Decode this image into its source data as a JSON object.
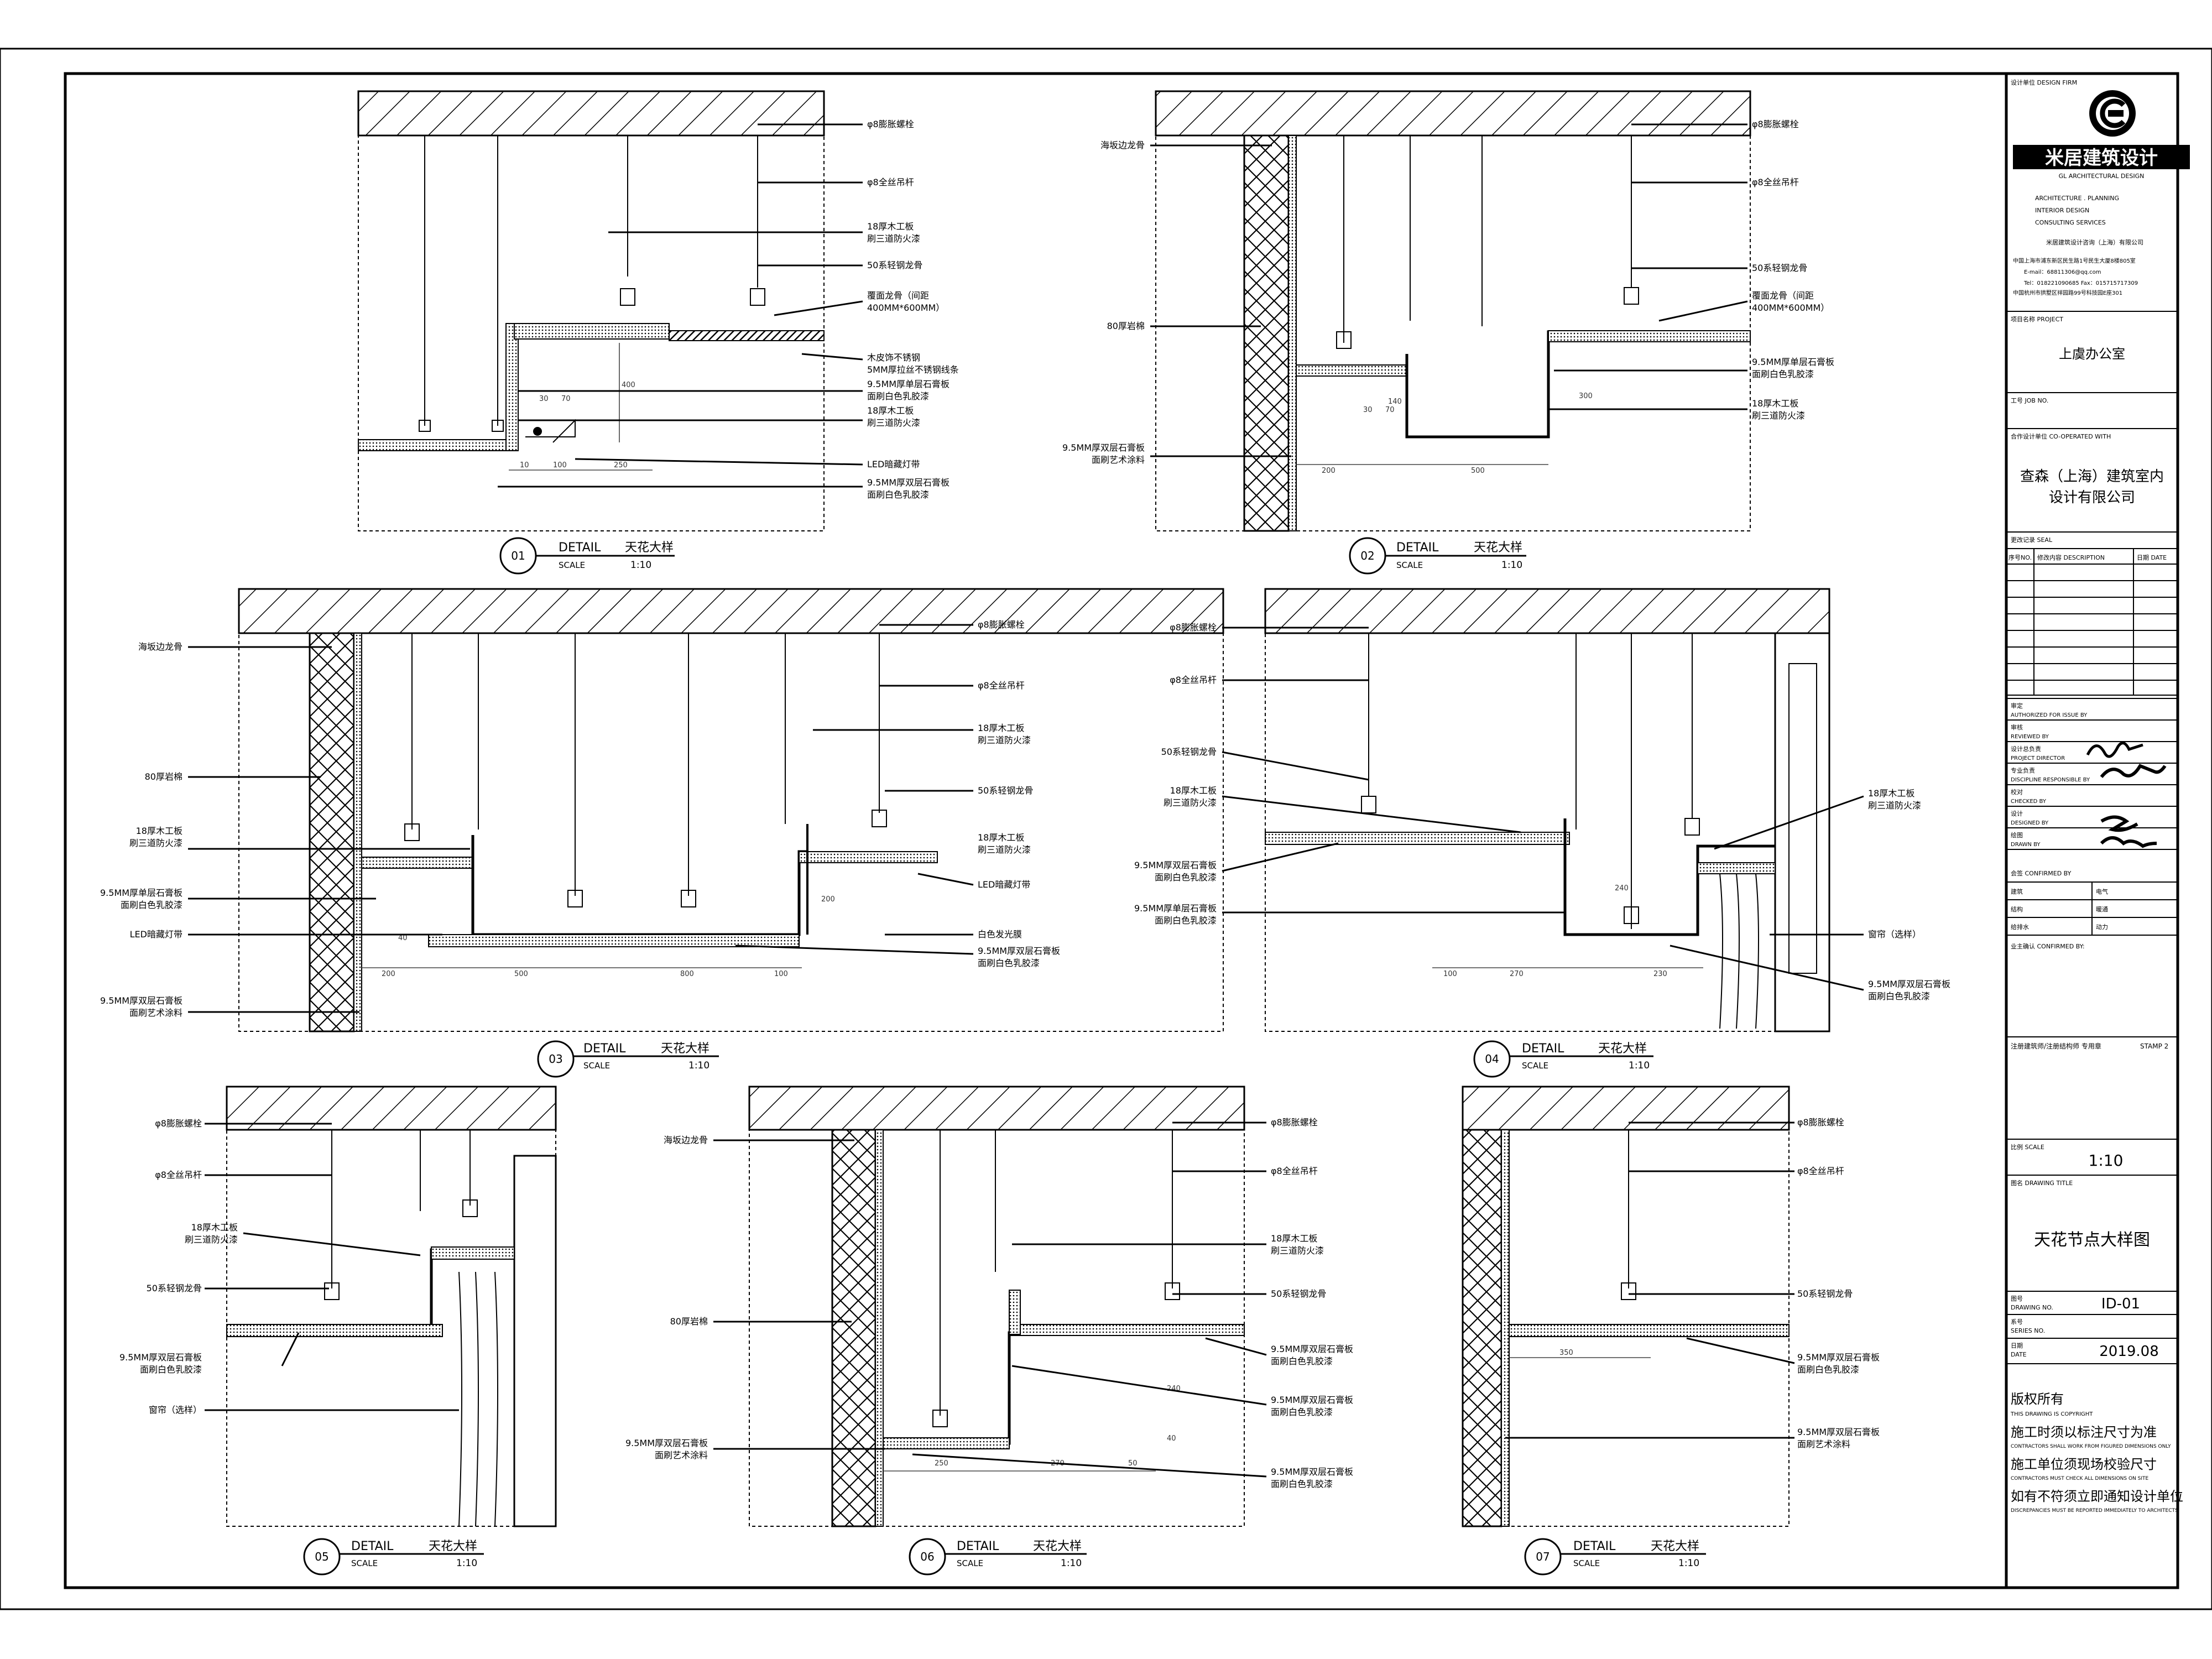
{
  "title_block": {
    "design_unit_label": "设计单位 DESIGN FIRM",
    "company_logo_text": "米居建筑设计",
    "company_logo_en": "GL ARCHITECTURAL DESIGN",
    "services": [
      "ARCHITECTURE . PLANNING",
      "INTERIOR DESIGN",
      "CONSULTING SERVICES"
    ],
    "company_cn": "米居建筑设计咨询（上海）有限公司",
    "address_lines": [
      "中国上海市浦东新区民生路1号民生大厦8楼805室",
      "E-mail：68811306@qq.com",
      "Tel：018221090685  Fax：015715717309",
      "中国杭州市拱墅区祥园路99号科技园E座301"
    ],
    "project_label": "项目名称 PROJECT",
    "project_name": "上虞办公室",
    "job_no_label": "工号 JOB NO.",
    "cooperate_label": "合作设计单位  CO-OPERATED WITH",
    "cooperate_name_1": "查森（上海）建筑室内",
    "cooperate_name_2": "设计有限公司",
    "revision_label": "更改记录 SEAL",
    "rev_headers": [
      "序号NO.",
      "修改内容 DESCRIPTION",
      "日期 DATE"
    ],
    "approvals": [
      {
        "cn": "审定",
        "en": "AUTHORIZED FOR ISSUE BY"
      },
      {
        "cn": "审核",
        "en": "REVIEWED BY"
      },
      {
        "cn": "设计总负责",
        "en": "PROJECT DIRECTOR"
      },
      {
        "cn": "专业负责",
        "en": "DISCIPLINE RESPONSIBLE BY"
      },
      {
        "cn": "校对",
        "en": "CHECKED BY"
      },
      {
        "cn": "设计",
        "en": "DESIGNED BY"
      },
      {
        "cn": "绘图",
        "en": "DRAWN BY"
      }
    ],
    "confirm_label": "会签  CONFIRMED BY",
    "disciplines": [
      [
        "建筑",
        "电气"
      ],
      [
        "结构",
        "暖通"
      ],
      [
        "给排水",
        "动力"
      ]
    ],
    "owner_confirm_label": "业主确认 CONFIRMED BY:",
    "stamp_label": "注册建筑师/注册结构师 专用章",
    "stamp_2": "STAMP 2",
    "scale_label": "比例  SCALE",
    "scale_value": "1:10",
    "drawing_title_label": "图名 DRAWING TITLE",
    "drawing_title": "天花节点大样图",
    "drawing_no_label": "图号",
    "drawing_no_en": "DRAWING NO.",
    "drawing_no": "ID-01",
    "series_label": "系号",
    "series_en": "SERIES NO.",
    "date_label": "日期",
    "date_en": "DATE",
    "date_value": "2019.08",
    "copyright_title": "版权所有",
    "copyright_en": "THIS DRAWING IS COPYRIGHT",
    "notes": [
      {
        "cn": "施工时须以标注尺寸为准",
        "en": "CONTRACTORS SHALL WORK FROM FIGURED DIMENSIONS ONLY"
      },
      {
        "cn": "施工单位须现场校验尺寸",
        "en": "CONTRACTORS MUST CHECK ALL DIMENSIONS ON SITE"
      },
      {
        "cn": "如有不符须立即通知设计单位",
        "en": "DISCREPANCIES MUST BE REPORTED IMMEDIATELY TO ARCHITECTS"
      }
    ]
  },
  "details": [
    {
      "no": "01",
      "detail_label": "DETAIL",
      "name": "天花大样",
      "scale_label": "SCALE",
      "scale": "1:10",
      "right_notes": [
        "φ8膨胀螺栓",
        "φ8全丝吊杆",
        "18厚木工板",
        "刷三道防火漆",
        "50系轻钢龙骨",
        "覆面龙骨（间距",
        "400MM*600MM）",
        "木皮饰不锈钢",
        "5MM厚拉丝不锈钢线条",
        "9.5MM厚单层石膏板",
        "面刷白色乳胶漆",
        "18厚木工板",
        "刷三道防火漆",
        "LED暗藏灯带",
        "9.5MM厚双层石膏板",
        "面刷白色乳胶漆"
      ],
      "dims": [
        "100",
        "250",
        "400",
        "30",
        "70",
        "10"
      ]
    },
    {
      "no": "02",
      "detail_label": "DETAIL",
      "name": "天花大样",
      "scale_label": "SCALE",
      "scale": "1:10",
      "left_notes": [
        "海坂边龙骨",
        "80厚岩棉",
        "9.5MM厚双层石膏板",
        "面刷艺术涂料"
      ],
      "right_notes": [
        "φ8膨胀螺栓",
        "φ8全丝吊杆",
        "50系轻钢龙骨",
        "覆面龙骨（间距",
        "400MM*600MM）",
        "9.5MM厚单层石膏板",
        "面刷白色乳胶漆",
        "18厚木工板",
        "刷三道防火漆"
      ],
      "dims": [
        "200",
        "500",
        "140",
        "30",
        "70",
        "300"
      ]
    },
    {
      "no": "03",
      "detail_label": "DETAIL",
      "name": "天花大样",
      "scale_label": "SCALE",
      "scale": "1:10",
      "left_notes": [
        "海坂边龙骨",
        "80厚岩棉",
        "18厚木工板",
        "刷三道防火漆",
        "9.5MM厚单层石膏板",
        "面刷白色乳胶漆",
        "LED暗藏灯带",
        "9.5MM厚双层石膏板",
        "面刷艺术涂料"
      ],
      "right_notes": [
        "φ8膨胀螺栓",
        "φ8全丝吊杆",
        "18厚木工板",
        "刷三道防火漆",
        "50系轻钢龙骨",
        "18厚木工板",
        "刷三道防火漆",
        "LED暗藏灯带",
        "白色发光膜",
        "9.5MM厚双层石膏板",
        "面刷白色乳胶漆"
      ],
      "dims": [
        "200",
        "500",
        "800",
        "100",
        "200",
        "40"
      ]
    },
    {
      "no": "04",
      "detail_label": "DETAIL",
      "name": "天花大样",
      "scale_label": "SCALE",
      "scale": "1:10",
      "left_notes": [
        "φ8膨胀螺栓",
        "φ8全丝吊杆",
        "50系轻钢龙骨",
        "18厚木工板",
        "刷三道防火漆",
        "9.5MM厚双层石膏板",
        "面刷白色乳胶漆",
        "9.5MM厚单层石膏板",
        "面刷白色乳胶漆"
      ],
      "right_notes": [
        "18厚木工板",
        "刷三道防火漆",
        "窗帘（选样）",
        "9.5MM厚双层石膏板",
        "面刷白色乳胶漆"
      ],
      "dims": [
        "100",
        "270",
        "230",
        "240"
      ]
    },
    {
      "no": "05",
      "detail_label": "DETAIL",
      "name": "天花大样",
      "scale_label": "SCALE",
      "scale": "1:10",
      "left_notes": [
        "φ8膨胀螺栓",
        "φ8全丝吊杆",
        "18厚木工板",
        "刷三道防火漆",
        "50系轻钢龙骨",
        "9.5MM厚双层石膏板",
        "面刷白色乳胶漆",
        "窗帘（选样）"
      ],
      "dims": []
    },
    {
      "no": "06",
      "detail_label": "DETAIL",
      "name": "天花大样",
      "scale_label": "SCALE",
      "scale": "1:10",
      "left_notes": [
        "海坂边龙骨",
        "80厚岩棉",
        "9.5MM厚双层石膏板",
        "面刷艺术涂料"
      ],
      "right_notes": [
        "φ8膨胀螺栓",
        "φ8全丝吊杆",
        "18厚木工板",
        "刷三道防火漆",
        "50系轻钢龙骨",
        "9.5MM厚双层石膏板",
        "面刷白色乳胶漆",
        "9.5MM厚双层石膏板",
        "面刷白色乳胶漆",
        "9.5MM厚双层石膏板",
        "面刷白色乳胶漆"
      ],
      "dims": [
        "250",
        "270",
        "50",
        "240",
        "40"
      ]
    },
    {
      "no": "07",
      "detail_label": "DETAIL",
      "name": "天花大样",
      "scale_label": "SCALE",
      "scale": "1:10",
      "right_notes": [
        "φ8膨胀螺栓",
        "φ8全丝吊杆",
        "50系轻钢龙骨",
        "9.5MM厚双层石膏板",
        "面刷白色乳胶漆",
        "9.5MM厚双层石膏板",
        "面刷艺术涂料"
      ],
      "dims": [
        "350"
      ]
    }
  ]
}
